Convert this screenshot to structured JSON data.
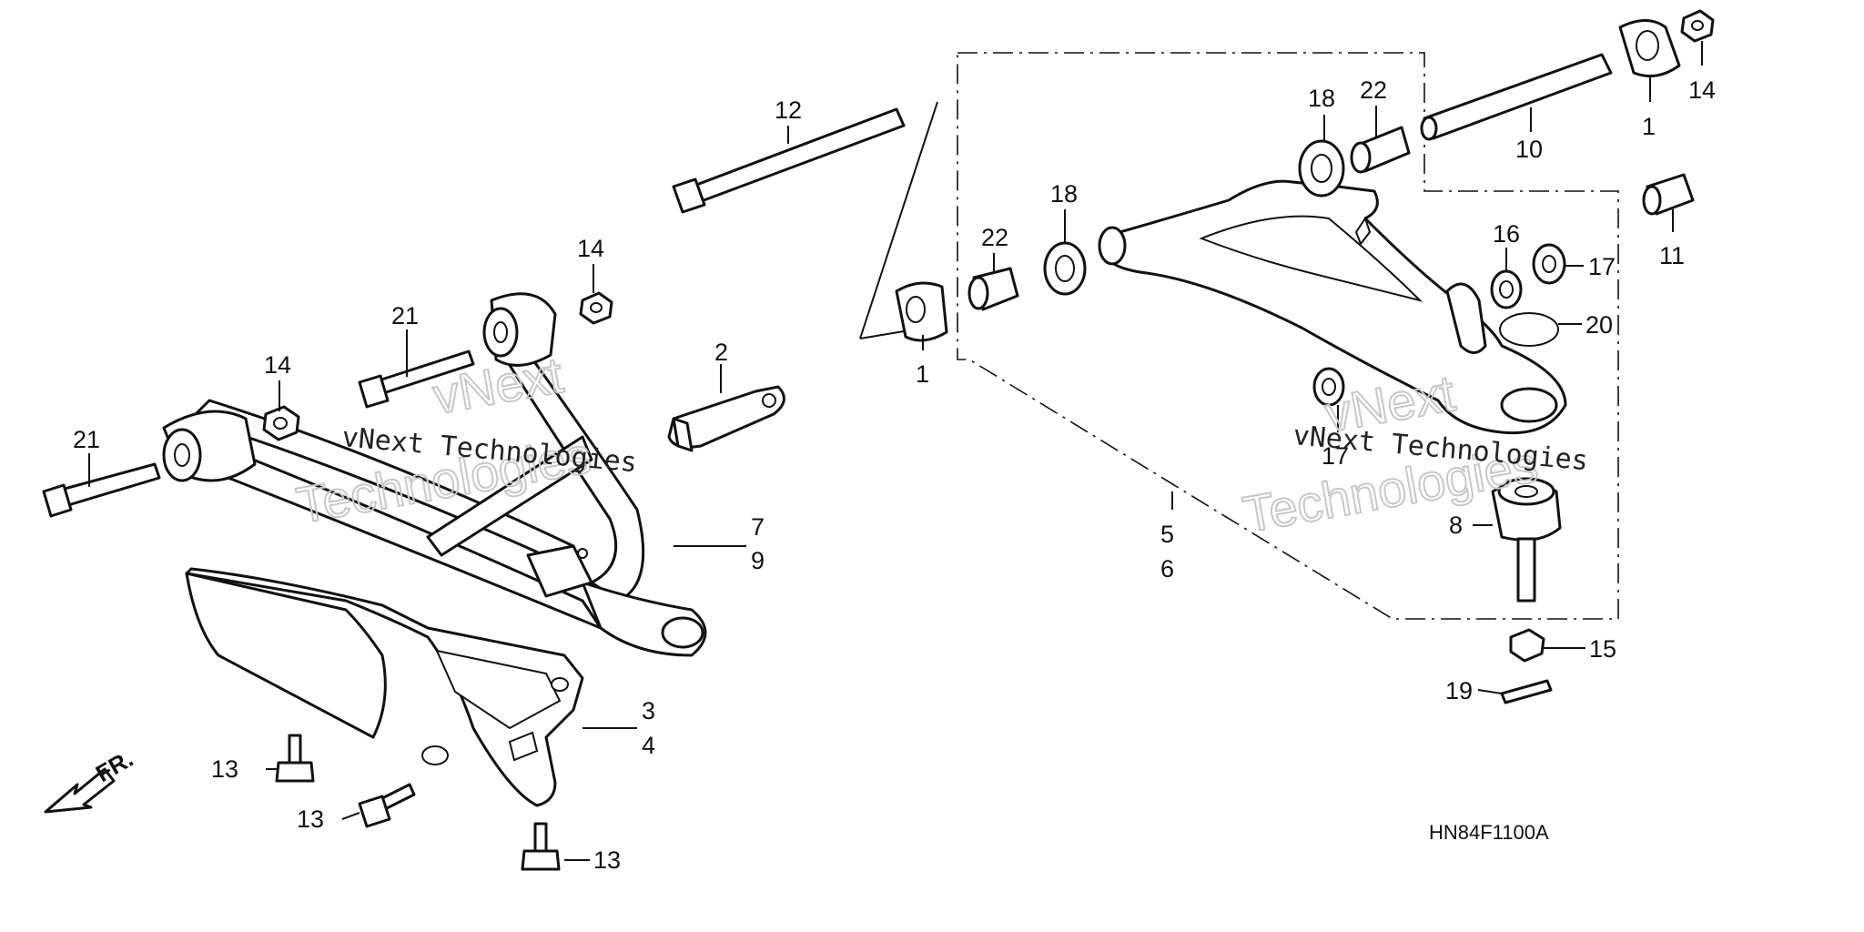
{
  "diagram_code": "HN84F1100A",
  "direction_label": "FR.",
  "watermark": {
    "text": "vNext Technologies",
    "line1": "vNext",
    "line2": "Technologies"
  },
  "callouts": {
    "c1a": "1",
    "c1b": "1",
    "c2": "2",
    "c3": "3",
    "c4": "4",
    "c5": "5",
    "c6": "6",
    "c7": "7",
    "c8": "8",
    "c9": "9",
    "c10": "10",
    "c11": "11",
    "c12": "12",
    "c13a": "13",
    "c13b": "13",
    "c13c": "13",
    "c14a": "14",
    "c14b": "14",
    "c14c": "14",
    "c15": "15",
    "c16": "16",
    "c17a": "17",
    "c17b": "17",
    "c18a": "18",
    "c18b": "18",
    "c19": "19",
    "c20": "20",
    "c21a": "21",
    "c21b": "21",
    "c22a": "22",
    "c22b": "22"
  }
}
